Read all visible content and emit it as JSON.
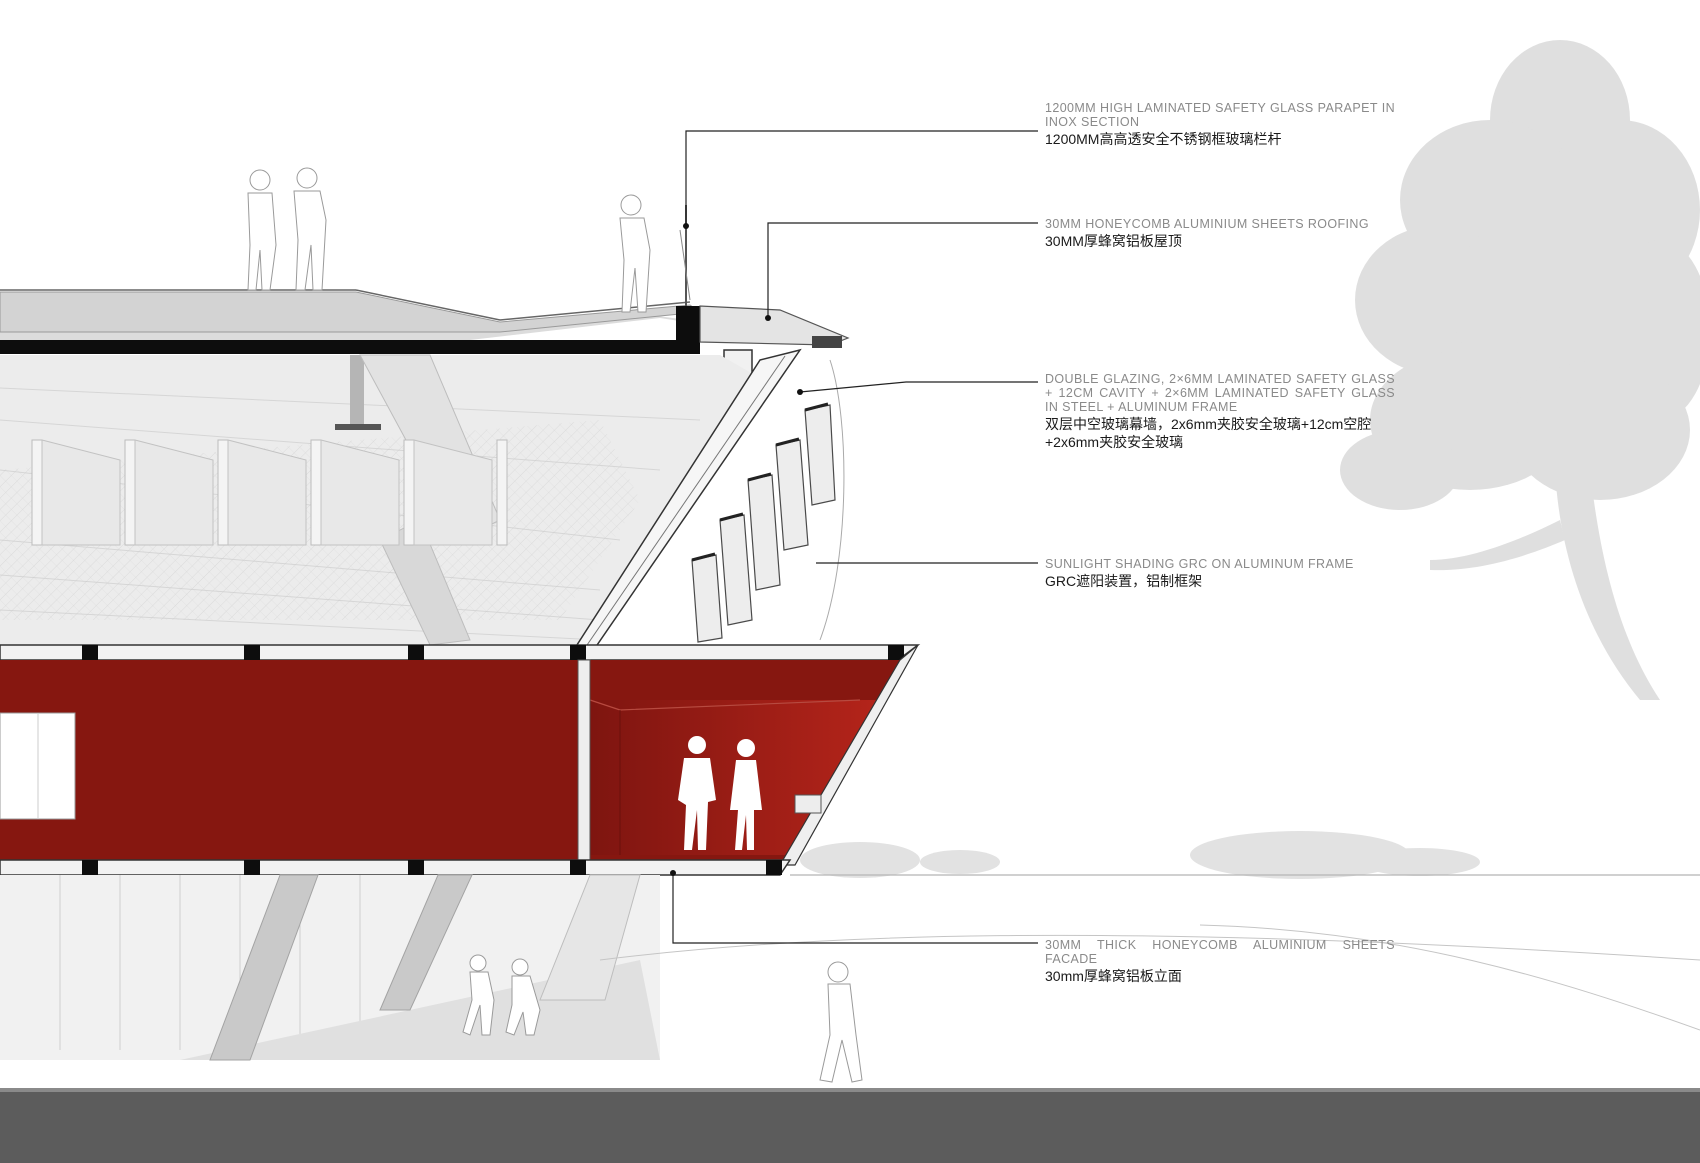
{
  "annotations": [
    {
      "id": "parapet",
      "en": "1200MM HIGH LAMINATED SAFETY GLASS PARAPET IN INOX SECTION",
      "zh": "1200MM高高透安全不锈钢框玻璃栏杆"
    },
    {
      "id": "roofing",
      "en": "30MM HONEYCOMB ALUMINIUM SHEETS ROOFING",
      "zh": "30MM厚蜂窝铝板屋顶"
    },
    {
      "id": "glazing",
      "en": "DOUBLE GLAZING, 2×6MM LAMINATED SAFETY GLASS + 12CM CAVITY + 2×6MM LAMINATED SAFETY GLASS IN STEEL + ALUMINUM FRAME",
      "zh": "双层中空玻璃幕墙，2x6mm夹胶安全玻璃+12cm空腔+2x6mm夹胶安全玻璃"
    },
    {
      "id": "shading",
      "en": "SUNLIGHT SHADING GRC ON ALUMINUM FRAME",
      "zh": "GRC遮阳装置，铝制框架"
    },
    {
      "id": "facade",
      "en": "30MM THICK HONEYCOMB ALUMINIUM SHEETS FACADE",
      "zh": "30mm厚蜂窝铝板立面"
    }
  ],
  "colors": {
    "red_box": "#8a1812",
    "red_highlight": "#b22518",
    "roof_gray": "#d9d9d9",
    "ground_dark": "#5c5c5c",
    "tree_gray": "#d6d6d6",
    "leader": "#222222"
  }
}
